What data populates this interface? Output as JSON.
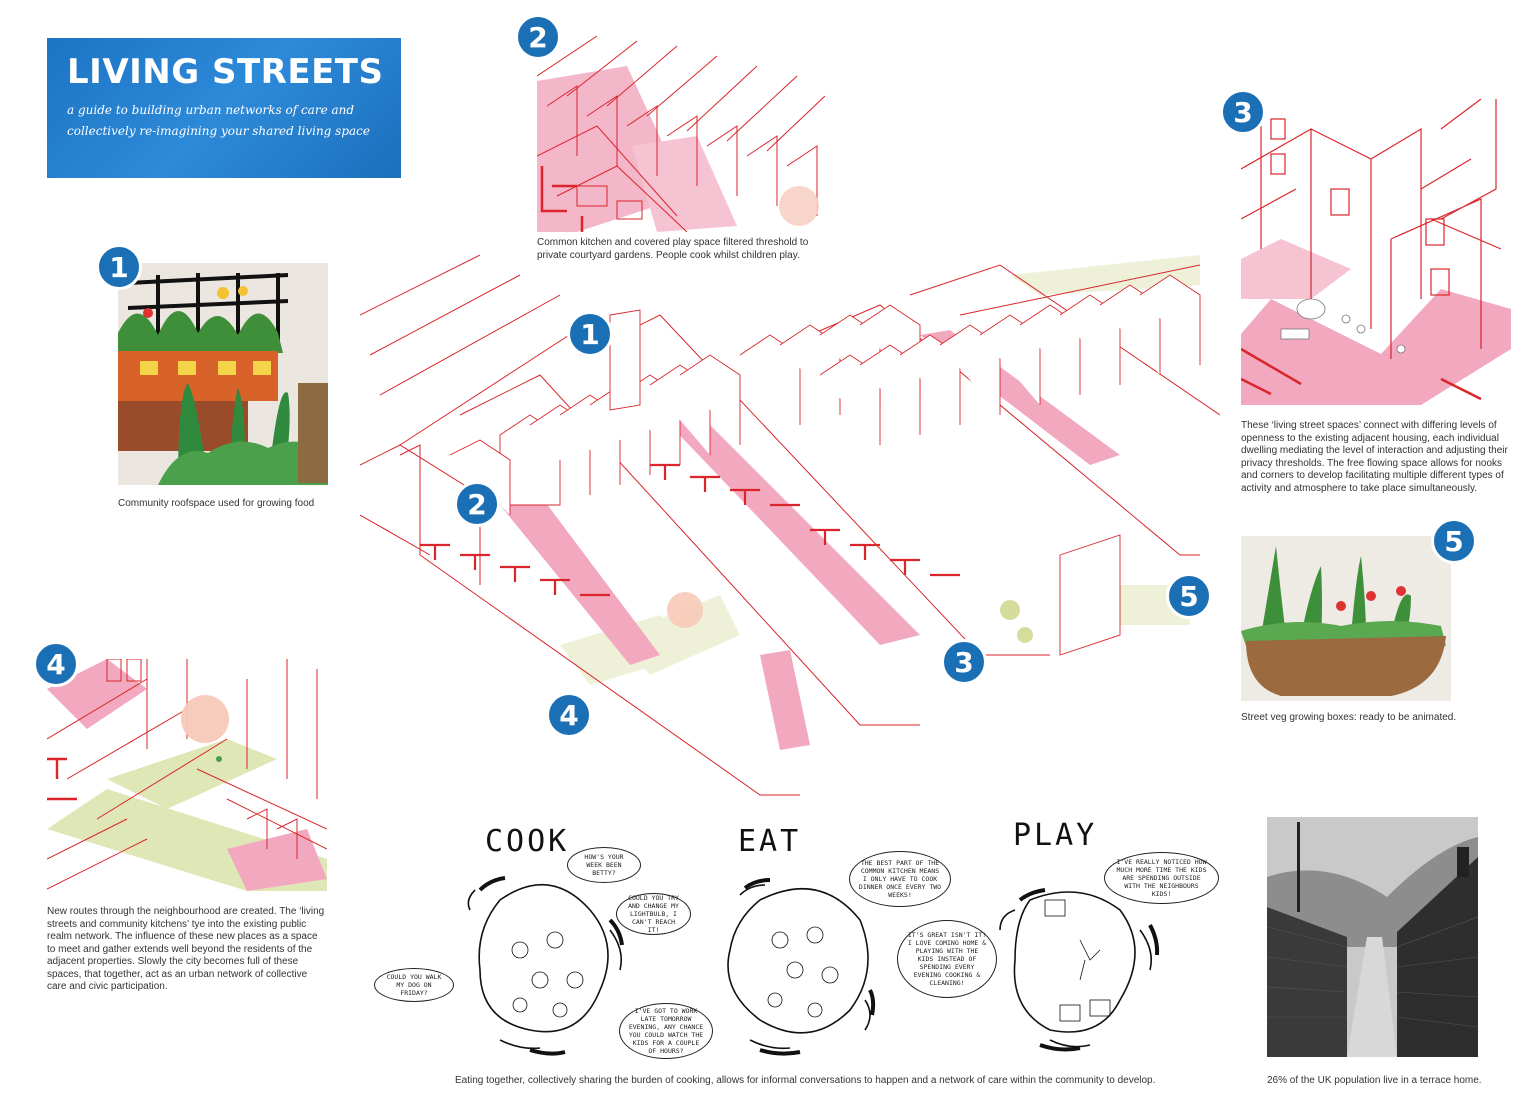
{
  "title": {
    "heading": "LIVING STREETS",
    "subtitle": "a guide to building urban networks of care and collectively re-imagining your shared living space"
  },
  "badges": {
    "b1": "1",
    "b2": "2",
    "b3": "3",
    "b4": "4",
    "b5": "5"
  },
  "captions": {
    "c1": "Community roofspace used for growing food",
    "c2": "Common kitchen and covered play space filtered threshold to private courtyard gardens. People cook whilst children play.",
    "c3": "These ‘living street spaces’ connect with differing levels of openness to the existing adjacent housing, each individual dwelling mediating the level of interaction and adjusting their privacy thresholds. The free flowing space allows for nooks and corners to develop facilitating multiple different types of activity and atmosphere to take place simultaneously.",
    "c4": "New routes through the neighbourhood are created. The ‘living streets and community kitchens’ tye into the existing public realm network. The influence of these new places as a space to meet and gather extends well beyond the residents of the adjacent properties. Slowly the city becomes full of these spaces, that together, act as an urban network of collective care and civic participation.",
    "c5": "Street veg growing boxes: ready to be animated.",
    "c6": "Eating together, collectively sharing the burden of cooking, allows for informal conversations to happen and a network of care within the community to develop.",
    "c7": "26% of the UK population live in a terrace home."
  },
  "sketch": {
    "cook": "COOK",
    "eat": "EAT",
    "play": "PLAY",
    "bubbles": {
      "b1": "HOW'S YOUR WEEK BEEN BETTY?",
      "b2": "COULD YOU TRY AND CHANGE MY LIGHTBULB, I CAN'T REACH IT!",
      "b3": "COULD YOU WALK MY DOG ON FRIDAY?",
      "b4": "I'VE GOT TO WORK LATE TOMORROW EVENING, ANY CHANCE YOU COULD WATCH THE KIDS FOR A COUPLE OF HOURS?",
      "b5": "THE BEST PART OF THE COMMON KITCHEN MEANS I ONLY HAVE TO COOK DINNER ONCE EVERY TWO WEEKS!",
      "b6": "IT'S GREAT ISN'T IT! I LOVE COMING HOME & PLAYING WITH THE KIDS INSTEAD OF SPENDING EVERY EVENING COOKING & CLEANING!",
      "b7": "I'VE REALLY NOTICED HOW MUCH MORE TIME THE KIDS ARE SPENDING OUTSIDE WITH THE NEIGHBOURS KIDS!"
    }
  },
  "colors": {
    "line_red": "#d9252b",
    "pink": "#f2a9bf",
    "green": "#dfe7b6",
    "blue": "#1a6fb5"
  }
}
